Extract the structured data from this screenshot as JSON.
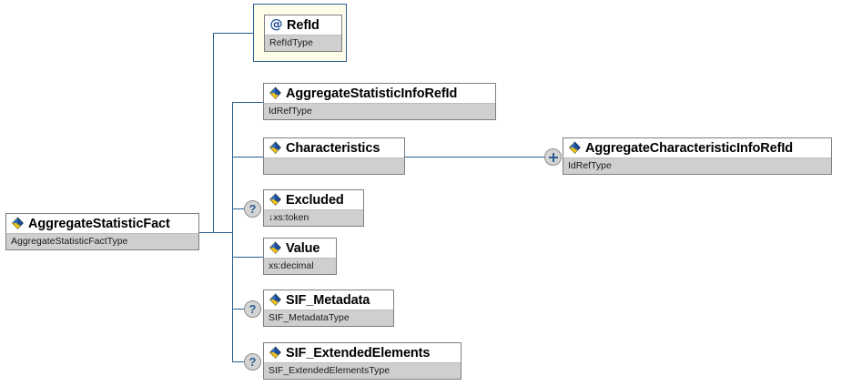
{
  "diagram": {
    "type": "xml-schema-tree",
    "root": {
      "name": "AggregateStatisticFact",
      "type": "AggregateStatisticFactType",
      "icon": "element-icon",
      "optional": false
    },
    "attributes": [
      {
        "name": "RefId",
        "type": "RefIdType",
        "icon": "attribute-icon",
        "icon_glyph": "@",
        "optional": false
      }
    ],
    "children": [
      {
        "name": "AggregateStatisticInfoRefId",
        "type": "IdRefType",
        "icon": "element-icon",
        "optional": false,
        "expandable": false
      },
      {
        "name": "Characteristics",
        "type": "",
        "icon": "element-icon",
        "optional": false,
        "expandable": false
      },
      {
        "name": "Excluded",
        "type": "↓xs:token",
        "icon": "element-icon",
        "optional": true,
        "optional_glyph": "?",
        "expandable": false
      },
      {
        "name": "Value",
        "type": "xs:decimal",
        "icon": "element-icon",
        "optional": false,
        "expandable": false
      },
      {
        "name": "SIF_Metadata",
        "type": "SIF_MetadataType",
        "icon": "element-icon",
        "optional": true,
        "optional_glyph": "?",
        "expandable": false
      },
      {
        "name": "SIF_ExtendedElements",
        "type": "SIF_ExtendedElementsType",
        "icon": "element-icon",
        "optional": true,
        "optional_glyph": "?",
        "expandable": false
      }
    ],
    "grandchildren": [
      {
        "parent": "Characteristics",
        "name": "AggregateCharacteristicInfoRefId",
        "type": "IdRefType",
        "icon": "element-icon",
        "optional": false,
        "expandable": true,
        "expand_glyph": "+"
      }
    ],
    "colors": {
      "connector": "#2b5f92",
      "node_border": "#7f7f7f",
      "node_name_bg": "#ffffff",
      "node_type_bg": "#cfcfcf",
      "attribute_bg": "#fdfde8",
      "marker_bg": "#d4d4d4",
      "icon_blue": "#1f4e9c",
      "icon_yellow": "#f0c41b",
      "canvas_bg": "#ffffff"
    }
  }
}
